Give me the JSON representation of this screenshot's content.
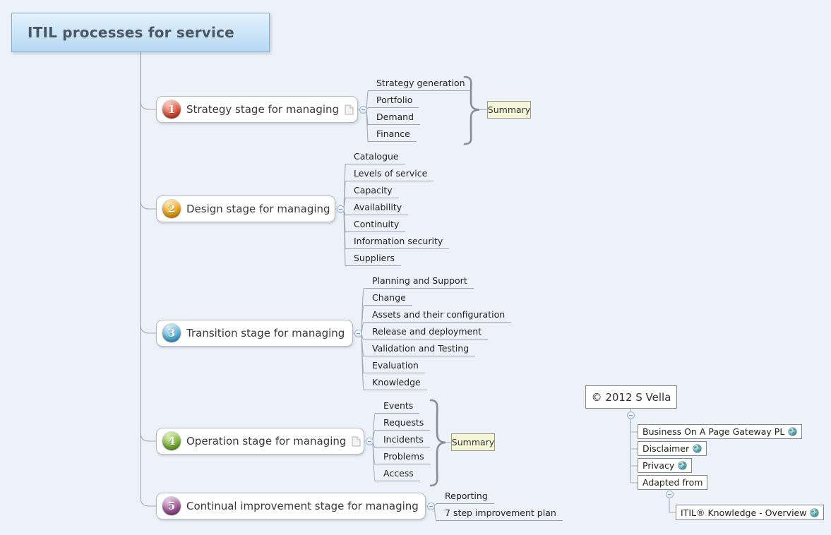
{
  "root": {
    "title": "ITIL processes for service"
  },
  "branches": [
    {
      "badge": "1",
      "label": "Strategy stage for managing",
      "children": [
        "Strategy generation",
        "Portfolio",
        "Demand",
        "Finance"
      ],
      "summary": "Summary"
    },
    {
      "badge": "2",
      "label": "Design stage for managing",
      "children": [
        "Catalogue",
        "Levels of service",
        "Capacity",
        "Availability",
        "Continuity",
        "Information security",
        "Suppliers"
      ]
    },
    {
      "badge": "3",
      "label": "Transition stage for managing",
      "children": [
        "Planning and Support",
        "Change",
        "Assets and their configuration",
        "Release and deployment",
        "Validation and Testing",
        "Evaluation",
        "Knowledge"
      ]
    },
    {
      "badge": "4",
      "label": "Operation stage for managing",
      "children": [
        "Events",
        "Requests",
        "Incidents",
        "Problems",
        "Access"
      ],
      "summary": "Summary"
    },
    {
      "badge": "5",
      "label": "Continual improvement stage for managing",
      "children": [
        "Reporting",
        "7 step improvement plan"
      ]
    }
  ],
  "copyright": {
    "label": "© 2012 S Vella",
    "links": [
      {
        "label": "Business On A Page Gateway PL"
      },
      {
        "label": "Disclaimer"
      },
      {
        "label": "Privacy"
      },
      {
        "label": "Adapted from"
      }
    ],
    "adapted_child": {
      "label": "ITIL® Knowledge - Overview"
    }
  },
  "icons": {
    "note": "note-icon (paper page, shown on branches 1 and 4)",
    "globe": "globe-icon (hyperlink marker on link topics)",
    "collapse": "minus collapse toggle"
  },
  "colors": {
    "background": "#edf1f8",
    "root_fill_top": "#e3f1fc",
    "root_fill_bottom": "#b5d8f2",
    "summary_fill": "#f5f5d8",
    "connector": "#a4aab2",
    "badge_1": "#d8402a",
    "badge_2": "#f0a30a",
    "badge_3": "#4aaed8",
    "badge_4": "#72b134",
    "badge_5": "#8e4488"
  }
}
